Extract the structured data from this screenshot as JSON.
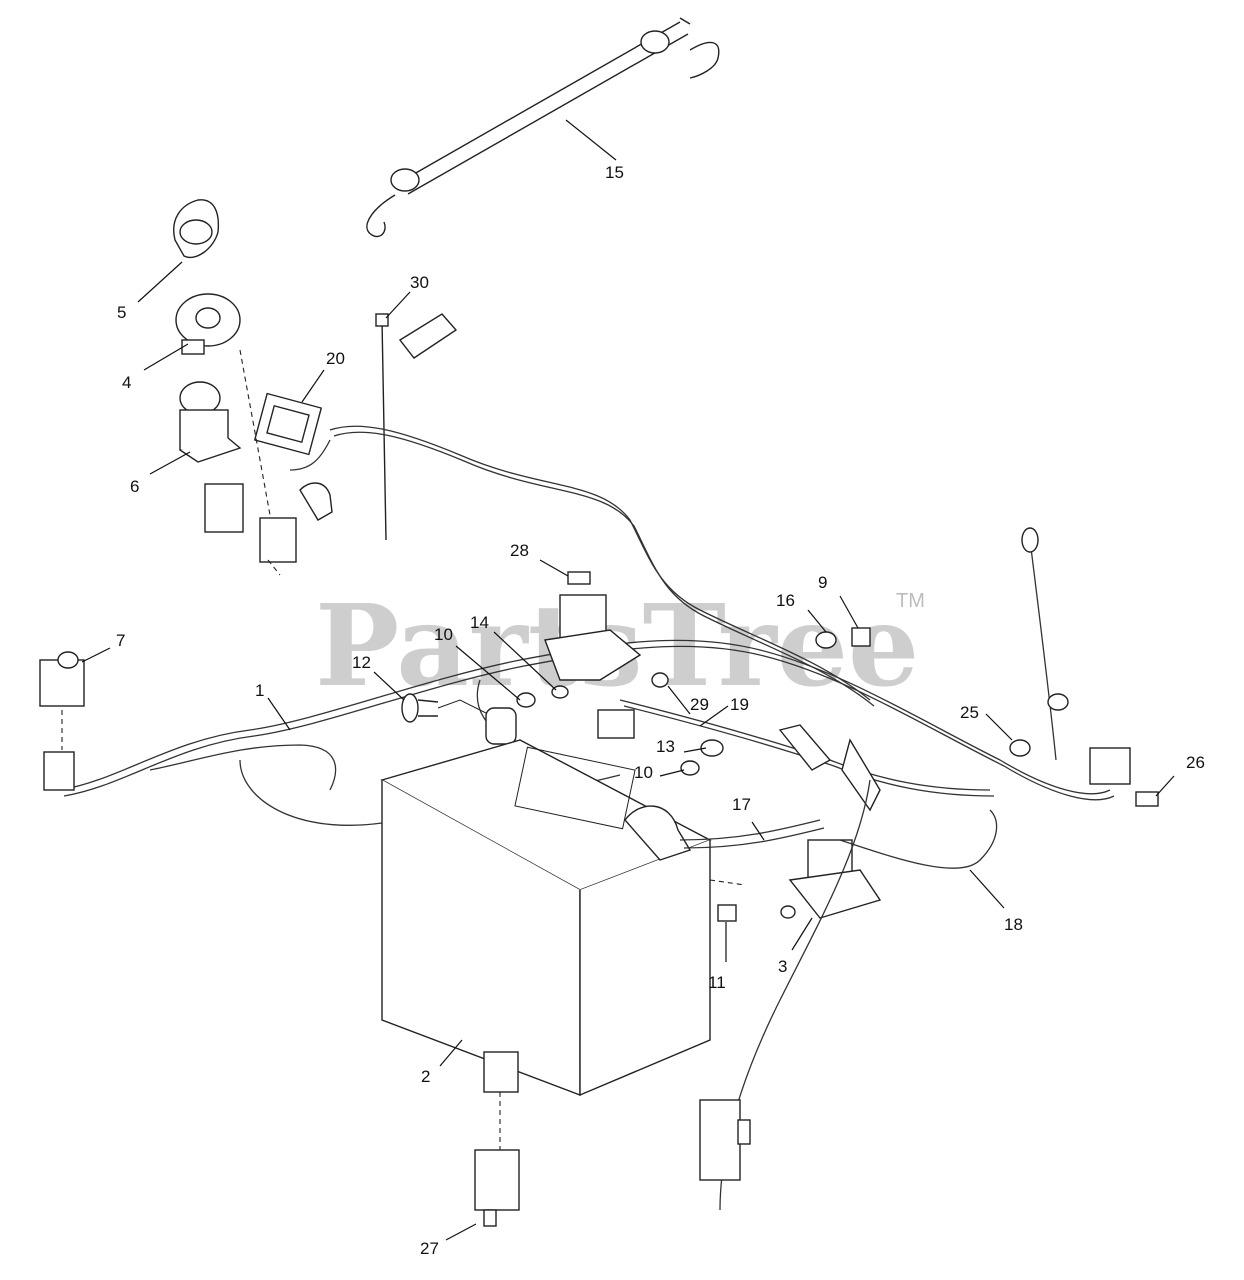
{
  "watermark": {
    "brand": "PartsTree",
    "trademark": "TM"
  },
  "callouts": {
    "c1": "1",
    "c2": "2",
    "c3": "3",
    "c4": "4",
    "c5": "5",
    "c6": "6",
    "c7": "7",
    "c9": "9",
    "c10a": "10",
    "c10b": "10",
    "c11": "11",
    "c12": "12",
    "c13": "13",
    "c14": "14",
    "c15": "15",
    "c16": "16",
    "c17": "17",
    "c18": "18",
    "c19": "19",
    "c20": "20",
    "c25": "25",
    "c26": "26",
    "c27": "27",
    "c28": "28",
    "c29": "29",
    "c30": "30"
  }
}
